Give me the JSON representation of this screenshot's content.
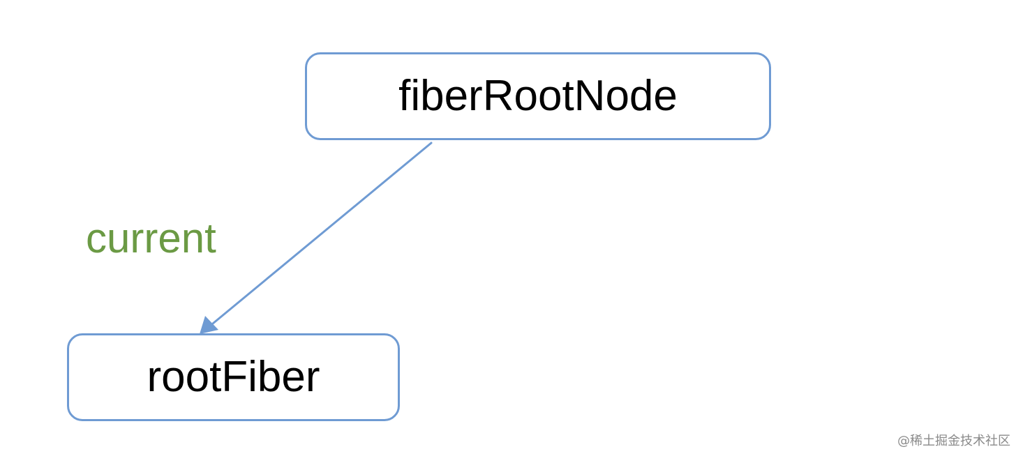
{
  "diagram": {
    "nodes": [
      {
        "id": "fiberRootNode",
        "label": "fiberRootNode"
      },
      {
        "id": "rootFiber",
        "label": "rootFiber"
      }
    ],
    "edges": [
      {
        "from": "fiberRootNode",
        "to": "rootFiber",
        "label": "current"
      }
    ]
  },
  "watermark": "@稀土掘金技术社区",
  "colors": {
    "node_border": "#6f9bd3",
    "edge": "#6f9bd3",
    "edge_label": "#6b9a44",
    "text": "#000000",
    "watermark": "#8a8a8a"
  }
}
